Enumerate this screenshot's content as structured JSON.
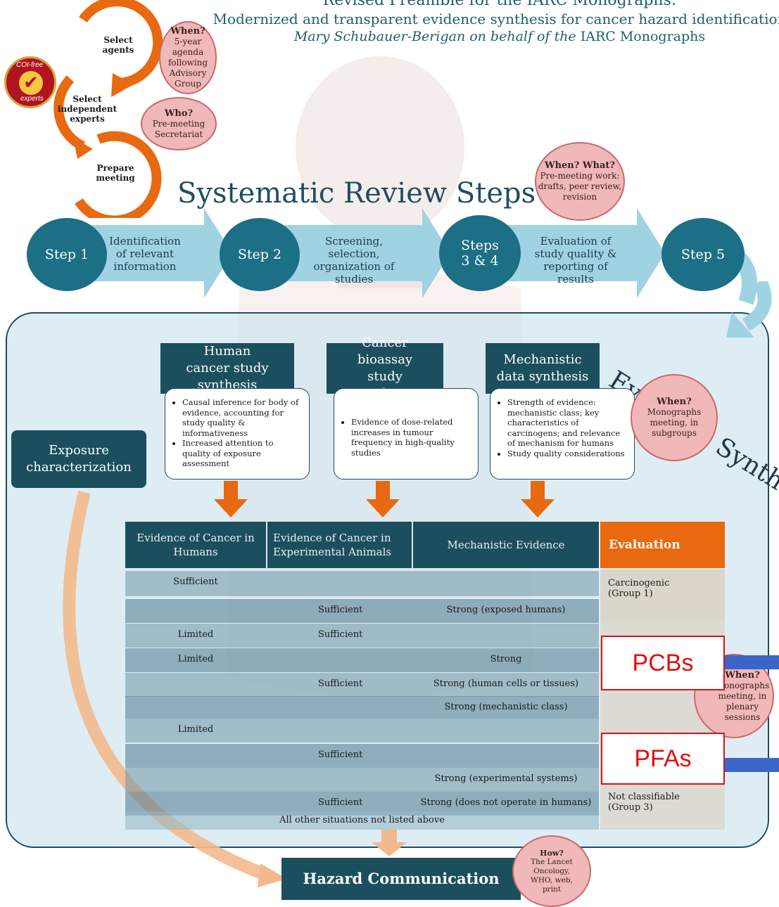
{
  "header": {
    "line1": "Revised Preamble for the IARC Monographs:",
    "line2": "Modernized and transparent evidence synthesis for cancer hazard identification",
    "line3_name": "Mary Schubauer-Berigan on behalf of the",
    "line3_org": "IARC Monographs"
  },
  "cycle": {
    "select_agents": "Select agents",
    "select_experts": "Select independent experts",
    "prepare_meeting": "Prepare meeting",
    "badge_top": "COI-free",
    "badge_bottom": "experts",
    "when1_title": "When?",
    "when1_text": "5-year agenda following Advisory Group",
    "who_title": "Who?",
    "who_text": "Pre-meeting Secretariat"
  },
  "review": {
    "title": "Systematic Review Steps",
    "when_what_title": "When? What?",
    "when_what_text": "Pre-meeting work: drafts, peer review, revision",
    "step1": "Step 1",
    "step2": "Step 2",
    "step34": "Steps 3 & 4",
    "step5": "Step 5",
    "arrow1": "Identification of relevant information",
    "arrow2": "Screening, selection, organization of studies",
    "arrow3": "Evaluation of study quality & reporting of results"
  },
  "synthesis": {
    "title": "Evidence Synthesis",
    "human_title": "Human cancer study synthesis",
    "bioassay_title": "Cancer bioassay study synthesis",
    "mech_title": "Mechanistic data synthesis",
    "exposure": "Exposure characterization",
    "human_bullets": [
      "Causal inference for body of evidence, accounting for study quality & informativeness",
      "Increased attention to quality of exposure assessment"
    ],
    "bioassay_bullets": [
      "Evidence of dose-related increases in tumour frequency in high-quality studies"
    ],
    "mech_bullets": [
      "Strength of evidence: mechanistic class; key characteristics of carcinogens; and relevance of mechanism for humans",
      "Study quality considerations"
    ],
    "when2_title": "When?",
    "when2_text": "Monographs meeting, in subgroups",
    "when3_title": "When?",
    "when3_text": "Monographs meeting, in plenary sessions"
  },
  "table": {
    "headers": [
      "Evidence of Cancer in Humans",
      "Evidence of Cancer in Experimental Animals",
      "Mechanistic Evidence",
      "Evaluation"
    ],
    "rows": [
      [
        "Sufficient",
        "",
        "",
        ""
      ],
      [
        "",
        "Sufficient",
        "Strong (exposed humans)",
        ""
      ],
      [
        "Limited",
        "Sufficient",
        "",
        ""
      ],
      [
        "Limited",
        "",
        "Strong",
        ""
      ],
      [
        "",
        "Sufficient",
        "Strong (human cells or tissues)",
        ""
      ],
      [
        "",
        "",
        "Strong (mechanistic class)",
        ""
      ],
      [
        "Limited",
        "",
        "",
        ""
      ],
      [
        "",
        "Sufficient",
        "",
        ""
      ],
      [
        "",
        "",
        "Strong (experimental systems)",
        ""
      ],
      [
        "",
        "Sufficient",
        "Strong (does not operate in humans)",
        ""
      ]
    ],
    "last_row": "All other situations not listed above",
    "eval_group1": "Carcinogenic (Group 1)",
    "eval_group3": "Not classifiable (Group 3)"
  },
  "overlay": {
    "pcbs": "PCBs",
    "pfas": "PFAs"
  },
  "hazard": {
    "label": "Hazard Communication",
    "how_title": "How?",
    "how_text": "The Lancet Oncology, WHO, web, print"
  }
}
